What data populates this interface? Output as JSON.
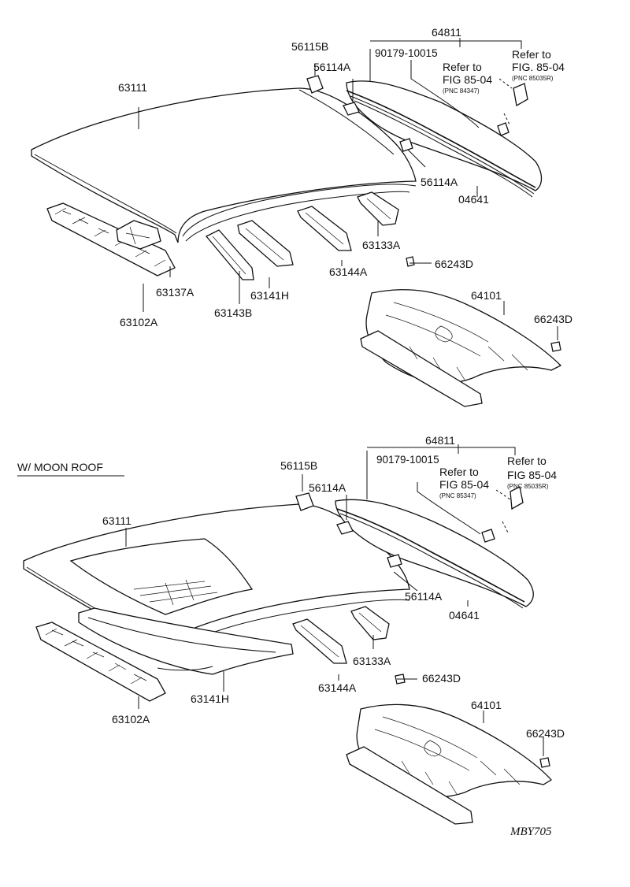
{
  "top": {
    "labels": {
      "p64811": "64811",
      "p90179": "90179-10015",
      "refer1_line1": "Refer to",
      "refer1_line2": "FIG 85-04",
      "refer1_pnc": "(PNC 84347)",
      "refer2_line1": "Refer to",
      "refer2_line2": "FIG. 85-04",
      "refer2_pnc": "(PNC 85035R)",
      "p56115b": "56115B",
      "p56114a_1": "56114A",
      "p56114a_2": "56114A",
      "p63111": "63111",
      "p04641": "04641",
      "p63133a": "63133A",
      "p66243d_1": "66243D",
      "p63144a": "63144A",
      "p64101": "64101",
      "p66243d_2": "66243D",
      "p63137a": "63137A",
      "p63141h": "63141H",
      "p63102a": "63102A",
      "p63143b": "63143B"
    }
  },
  "bottom": {
    "section_title": "W/ MOON ROOF",
    "labels": {
      "p64811": "64811",
      "p90179": "90179-10015",
      "refer1_line1": "Refer to",
      "refer1_line2": "FIG 85-04",
      "refer1_pnc": "(PNC 85347)",
      "refer2_line1": "Refer to",
      "refer2_line2": "FIG 85-04",
      "refer2_pnc": "(PNC 85035R)",
      "p56115b": "56115B",
      "p56114a_1": "56114A",
      "p56114a_2": "56114A",
      "p63111": "63111",
      "p04641": "04641",
      "p63133a": "63133A",
      "p66243d_1": "66243D",
      "p63144a": "63144A",
      "p64101": "64101",
      "p66243d_2": "66243D",
      "p63141h": "63141H",
      "p63102a": "63102A"
    }
  },
  "footer_code": "MBY705",
  "colors": {
    "ink": "#111111",
    "paper": "#ffffff"
  }
}
